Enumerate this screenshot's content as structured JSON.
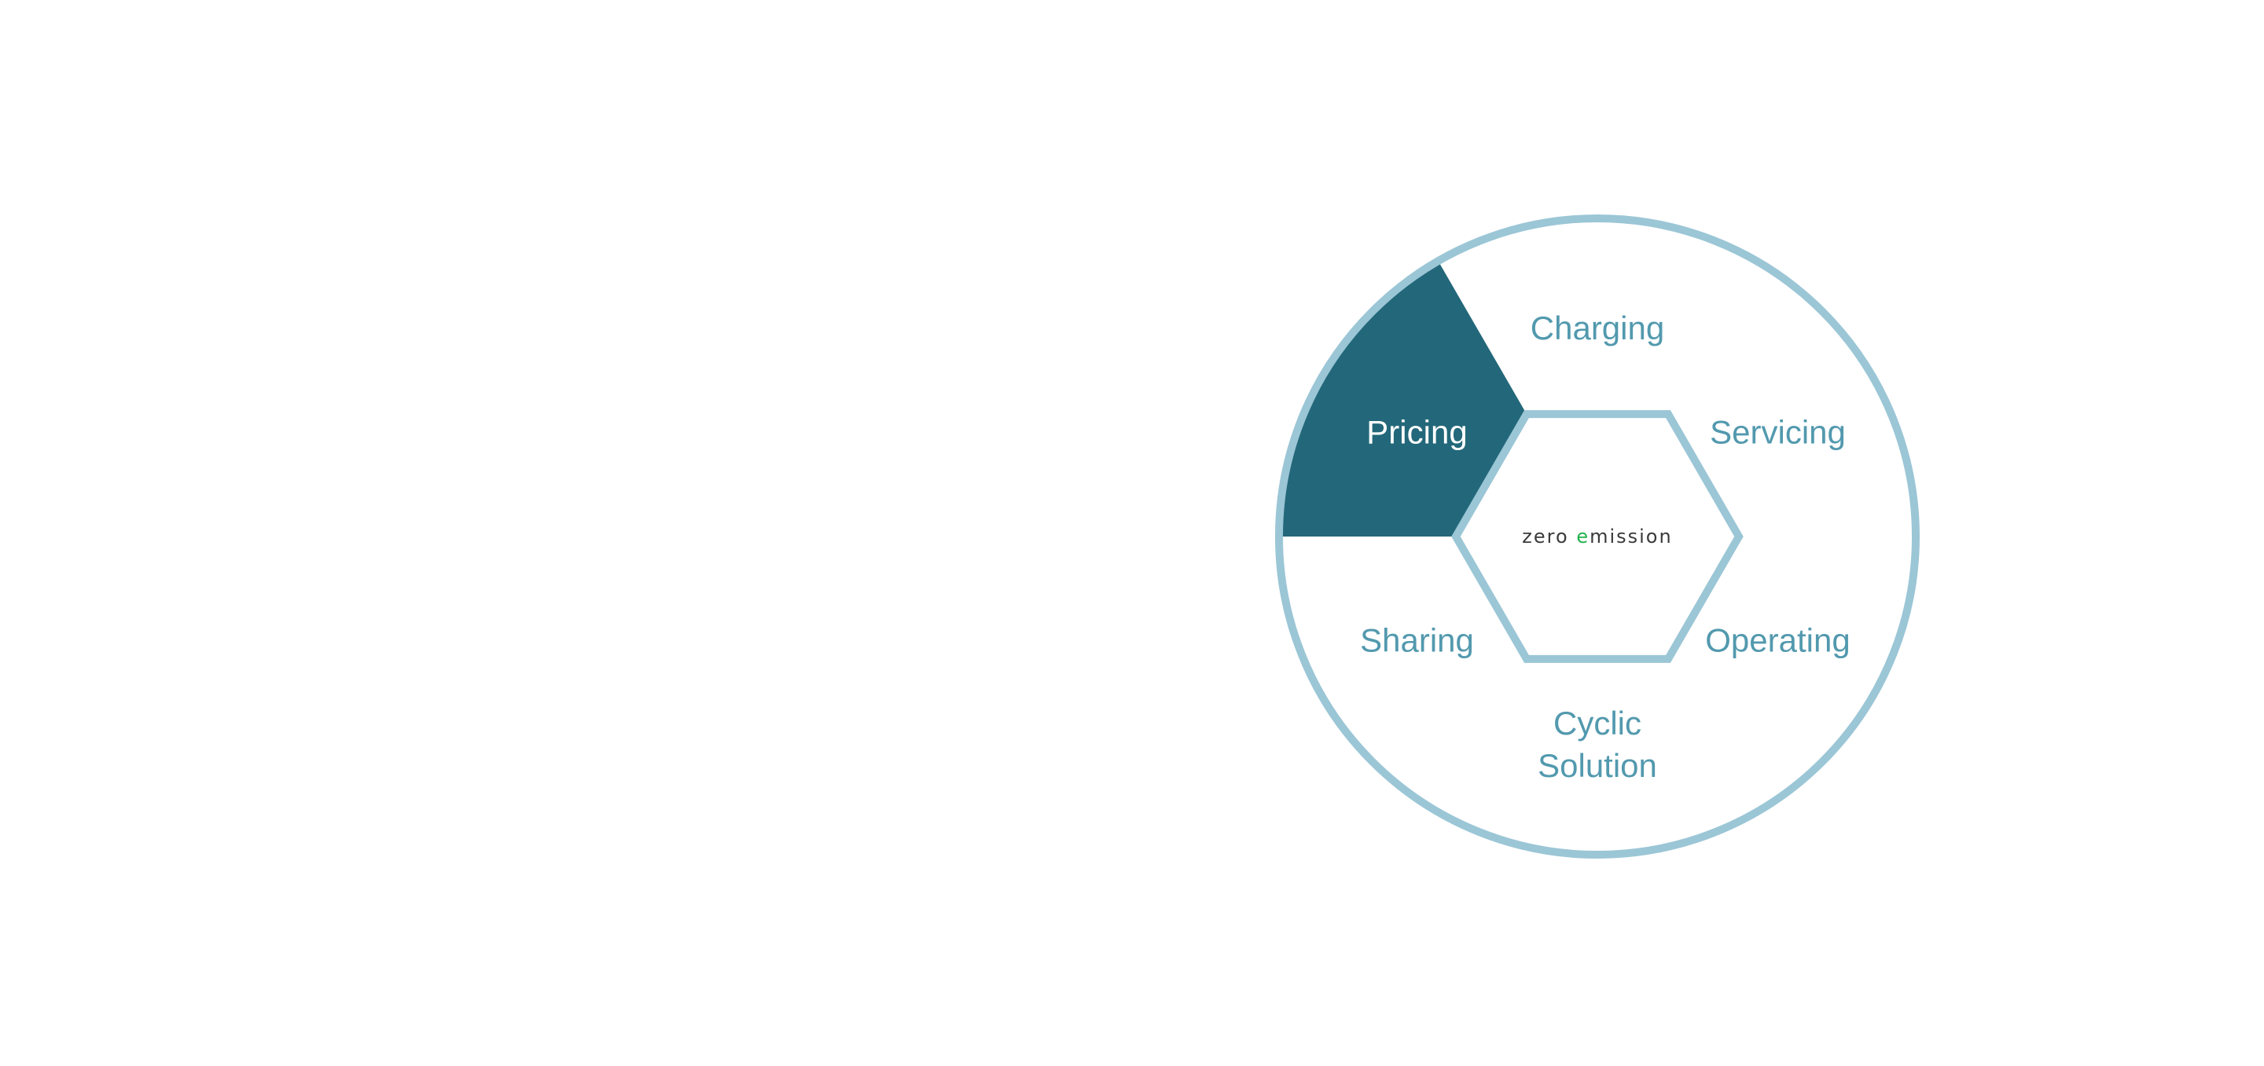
{
  "diagram": {
    "segments": [
      {
        "id": "charging",
        "label_lines": [
          "Charging"
        ],
        "active": false
      },
      {
        "id": "servicing",
        "label_lines": [
          "Servicing"
        ],
        "active": false
      },
      {
        "id": "operating",
        "label_lines": [
          "Operating"
        ],
        "active": false
      },
      {
        "id": "cyclic-solution",
        "label_lines": [
          "Cyclic",
          "Solution"
        ],
        "active": false
      },
      {
        "id": "sharing",
        "label_lines": [
          "Sharing"
        ],
        "active": false
      },
      {
        "id": "pricing",
        "label_lines": [
          "Pricing"
        ],
        "active": true
      }
    ],
    "center_logo": {
      "part1": "zero ",
      "part2": "e",
      "part3": "mission"
    },
    "colors": {
      "ring": "#9bc6d6",
      "label": "#5299ae",
      "active_fill": "#23687a",
      "active_label": "#ffffff",
      "logo_text": "#3a3a3a",
      "logo_accent": "#22b14c"
    }
  }
}
